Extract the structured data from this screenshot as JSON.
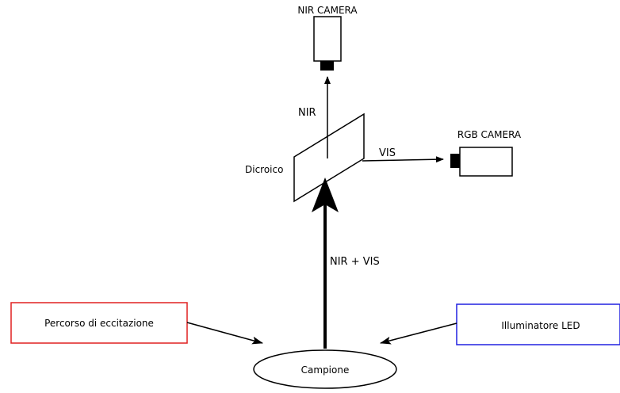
{
  "nodes": {
    "nir_camera": "NIR CAMERA",
    "rgb_camera": "RGB CAMERA",
    "dichroic": "Dicroico",
    "sample": "Campione",
    "excitation_path": "Percorso di eccitazione",
    "led_illuminator": "Illuminatore LED"
  },
  "edges": {
    "nir": "NIR",
    "vis": "VIS",
    "nir_vis": "NIR + VIS"
  },
  "colors": {
    "excitation_box": "#e02020",
    "illuminator_box": "#2020e0",
    "line": "#000000"
  }
}
